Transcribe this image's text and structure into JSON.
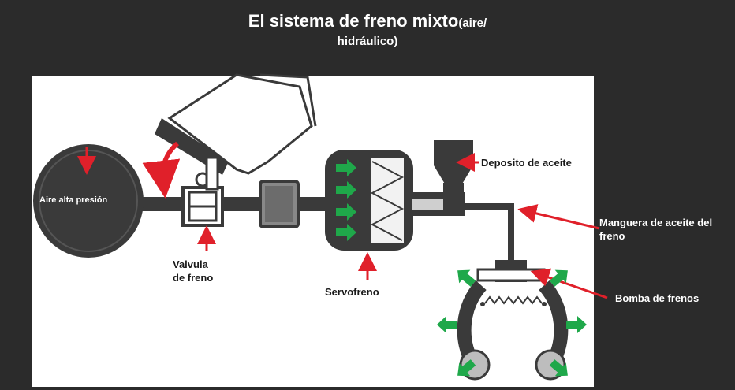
{
  "title": {
    "main": "El sistema de freno mixto",
    "suffix": "(aire/",
    "line2": "hidráulico)"
  },
  "labels": {
    "aire": "Aire  alta  presión",
    "valvula_1": "Valvula",
    "valvula_2": "de freno",
    "servofreno": "Servofreno",
    "deposito": "Deposito de aceite",
    "manguera_1": "Manguera de aceite del",
    "manguera_2": "freno",
    "bomba": "Bomba de frenos"
  },
  "colors": {
    "background": "#2b2b2b",
    "panel": "#ffffff",
    "device": "#3a3a3a",
    "arrow_red": "#e0202a",
    "arrow_green": "#1fa84a"
  }
}
